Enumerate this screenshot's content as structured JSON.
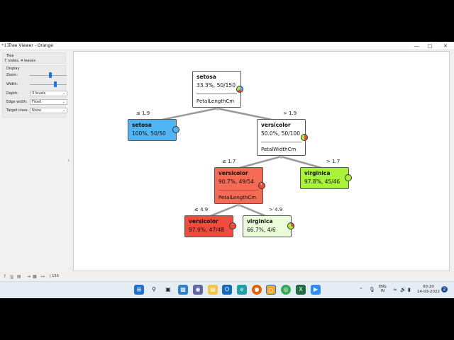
{
  "window": {
    "icon": "*11",
    "title": "Tree Viewer - Orange",
    "min": "—",
    "max": "□",
    "close": "✕"
  },
  "panel": {
    "tree_title": "Tree",
    "tree_info": "7 nodes, 4 leaves",
    "display_title": "Display",
    "zoom_label": "Zoom:",
    "zoom_level": 0.55,
    "width_label": "Width:",
    "width_level": 0.7,
    "depth_label": "Depth:",
    "depth_value": "3 levels",
    "edge_label": "Edge width:",
    "edge_value": "Fixed",
    "target_label": "Target class:",
    "target_value": "None"
  },
  "statusbar": {
    "count": "| 150"
  },
  "tree": {
    "root": {
      "class": "setosa",
      "stat": "33.3%, 50/150",
      "split": "PetalLengthCm"
    },
    "n1": {
      "class": "setosa",
      "stat": "100%, 50/50"
    },
    "n2": {
      "class": "versicolor",
      "stat": "50.0%, 50/100",
      "split": "PetalWidthCm"
    },
    "n3": {
      "class": "versicolor",
      "stat": "90.7%, 49/54",
      "split": "PetalLengthCm"
    },
    "n4": {
      "class": "virginica",
      "stat": "97.8%, 45/46"
    },
    "n5": {
      "class": "versicolor",
      "stat": "97.9%, 47/48"
    },
    "n6": {
      "class": "virginica",
      "stat": "66.7%, 4/6"
    },
    "edges": {
      "e1": "≤ 1.9",
      "e2": "> 1.9",
      "e3": "≤ 1.7",
      "e4": "> 1.7",
      "e5": "≤ 4.9",
      "e6": "> 4.9"
    }
  },
  "colors": {
    "setosa": "#4fb5f5",
    "versicolor_strong": "#f04b3c",
    "versicolor_medium": "#f56a54",
    "virginica_strong": "#a8f23a",
    "virginica_light": "#eafcd8"
  },
  "taskbar": {
    "icons": [
      "windows-start-icon",
      "search-icon",
      "task-view-icon",
      "widgets-icon",
      "chat-icon",
      "file-explorer-icon",
      "outlook-icon",
      "edge-icon",
      "firefox-icon",
      "orange-icon",
      "chrome-icon",
      "excel-icon",
      "zoom-icon"
    ],
    "lang_top": "ENG",
    "lang_bottom": "IN",
    "time": "00:20",
    "date": "14-03-2022",
    "notifications": "2"
  }
}
